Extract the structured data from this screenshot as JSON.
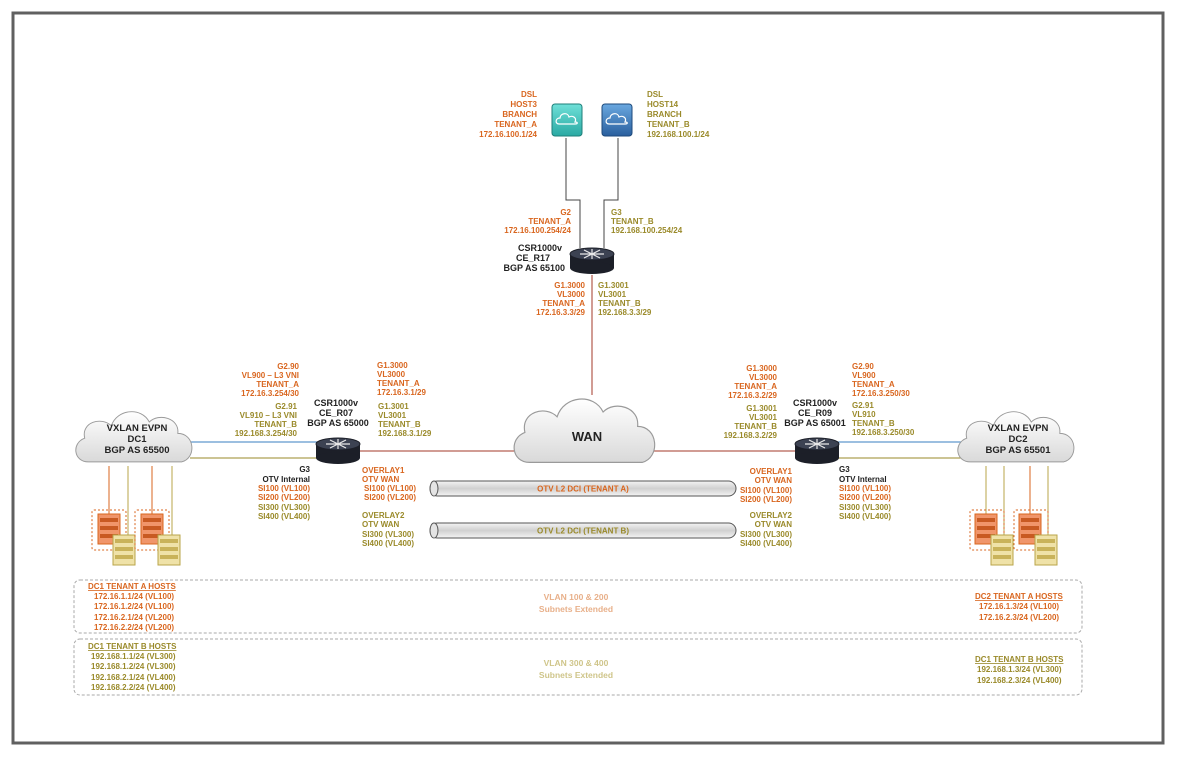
{
  "colors": {
    "tenant_a": "#d9661f",
    "tenant_b": "#9a8a2a",
    "dark": "#222222",
    "wan_link": "#a33a2a",
    "dc_link": "#3a7fc0",
    "frame": "#606060",
    "router": "#2b2f3a"
  },
  "dsl_a": {
    "lines": [
      "DSL",
      "HOST3",
      "BRANCH",
      "TENANT_A",
      "172.16.100.1/24"
    ]
  },
  "dsl_b": {
    "lines": [
      "DSL",
      "HOST14",
      "BRANCH",
      "TENANT_B",
      "192.168.100.1/24"
    ]
  },
  "r17": {
    "title": [
      "CSR1000v",
      "CE_R17",
      "BGP AS 65100"
    ],
    "g2": [
      "G2",
      "TENANT_A",
      "172.16.100.254/24"
    ],
    "g3": [
      "G3",
      "TENANT_B",
      "192.168.100.254/24"
    ],
    "sub_a": [
      "G1.3000",
      "VL3000",
      "TENANT_A",
      "172.16.3.3/29"
    ],
    "sub_b": [
      "G1.3001",
      "VL3001",
      "TENANT_B",
      "192.168.3.3/29"
    ]
  },
  "r07": {
    "title": [
      "CSR1000v",
      "CE_R07",
      "BGP AS 65000"
    ],
    "g290": [
      "G2.90",
      "VL900 – L3 VNI",
      "TENANT_A",
      "172.16.3.254/30"
    ],
    "g291": [
      "G2.91",
      "VL910 – L3 VNI",
      "TENANT_B",
      "192.168.3.254/30"
    ],
    "sub_a": [
      "G1.3000",
      "VL3000",
      "TENANT_A",
      "172.16.3.1/29"
    ],
    "sub_b": [
      "G1.3001",
      "VL3001",
      "TENANT_B",
      "192.168.3.1/29"
    ],
    "g3": [
      "G3",
      "OTV Internal"
    ],
    "si_a": [
      "SI100 (VL100)",
      "SI200 (VL200)"
    ],
    "si_b": [
      "SI300 (VL300)",
      "SI400 (VL400)"
    ],
    "ov1": [
      "OVERLAY1",
      "OTV WAN"
    ],
    "ov1_si": [
      "SI100 (VL100)",
      "SI200 (VL200)"
    ],
    "ov2": [
      "OVERLAY2",
      "OTV WAN"
    ],
    "ov2_si": [
      "SI300 (VL300)",
      "SI400 (VL400)"
    ]
  },
  "r09": {
    "title": [
      "CSR1000v",
      "CE_R09",
      "BGP AS 65001"
    ],
    "sub_a": [
      "G1.3000",
      "VL3000",
      "TENANT_A",
      "172.16.3.2/29"
    ],
    "sub_b": [
      "G1.3001",
      "VL3001",
      "TENANT_B",
      "192.168.3.2/29"
    ],
    "g290": [
      "G2.90",
      "VL900",
      "TENANT_A",
      "172.16.3.250/30"
    ],
    "g291": [
      "G2.91",
      "VL910",
      "TENANT_B",
      "192.168.3.250/30"
    ],
    "g3": [
      "G3",
      "OTV Internal"
    ],
    "si_a": [
      "SI100 (VL100)",
      "SI200 (VL200)"
    ],
    "si_b": [
      "SI300 (VL300)",
      "SI400 (VL400)"
    ],
    "ov1": [
      "OVERLAY1",
      "OTV WAN"
    ],
    "ov1_si": [
      "SI100 (VL100)",
      "SI200 (VL200)"
    ],
    "ov2": [
      "OVERLAY2",
      "OTV WAN"
    ],
    "ov2_si": [
      "SI300 (VL300)",
      "SI400 (VL400)"
    ]
  },
  "wan": {
    "label": "WAN"
  },
  "dc1": {
    "lines": [
      "VXLAN EVPN",
      "DC1",
      "BGP AS 65500"
    ]
  },
  "dc2": {
    "lines": [
      "VXLAN EVPN",
      "DC2",
      "BGP AS 65501"
    ]
  },
  "tunnel_a": {
    "label": "OTV L2 DCI (TENANT A)"
  },
  "tunnel_b": {
    "label": "OTV L2 DCI (TENANT B)"
  },
  "hosts": {
    "dc1_a_title": "DC1 TENANT A HOSTS",
    "dc1_a": [
      "172.16.1.1/24 (VL100)",
      "172.16.1.2/24 (VL100)",
      "172.16.2.1/24 (VL200)",
      "172.16.2.2/24 (VL200)"
    ],
    "dc2_a_title": "DC2 TENANT A HOSTS",
    "dc2_a": [
      "172.16.1.3/24 (VL100)",
      "172.16.2.3/24 (VL200)"
    ],
    "dc1_b_title": "DC1 TENANT B HOSTS",
    "dc1_b": [
      "192.168.1.1/24 (VL300)",
      "192.168.1.2/24 (VL300)",
      "192.168.2.1/24 (VL400)",
      "192.168.2.2/24 (VL400)"
    ],
    "dc2_b_title": "DC1 TENANT B HOSTS",
    "dc2_b": [
      "192.168.1.3/24 (VL300)",
      "192.168.2.3/24 (VL400)"
    ],
    "ext_a": [
      "VLAN 100 & 200",
      "Subnets Extended"
    ],
    "ext_b": [
      "VLAN 300 & 400",
      "Subnets Extended"
    ]
  }
}
